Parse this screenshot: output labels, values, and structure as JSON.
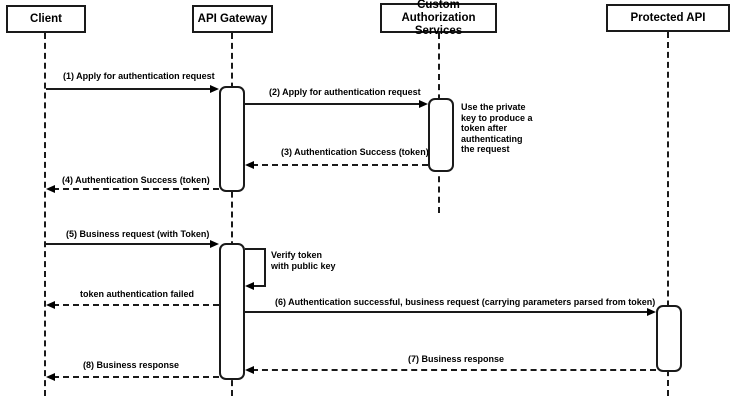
{
  "diagram": {
    "type": "sequence",
    "actors": [
      {
        "label": "Client"
      },
      {
        "label": "API Gateway"
      },
      {
        "label": "Custom Authorization\nServices"
      },
      {
        "label": "Protected API"
      }
    ],
    "messages": {
      "m1": "(1) Apply for authentication request",
      "m2": "(2) Apply for authentication request",
      "m3": "(3) Authentication Success (token)",
      "m4": "(4) Authentication Success (token)",
      "m5": "(5) Business request (with Token)",
      "failed": "token authentication failed",
      "m6": "(6) Authentication successful, business request (carrying parameters parsed from token)",
      "m7": "(7) Business response",
      "m8": "(8) Business response"
    },
    "self_message": "Verify token\nwith public key",
    "note": "Use the private\nkey to produce a\ntoken after\nauthenticating\nthe request",
    "colors": {
      "line": "#1a1a1a",
      "fill": "#ffffff",
      "background": "#ffffff"
    }
  }
}
